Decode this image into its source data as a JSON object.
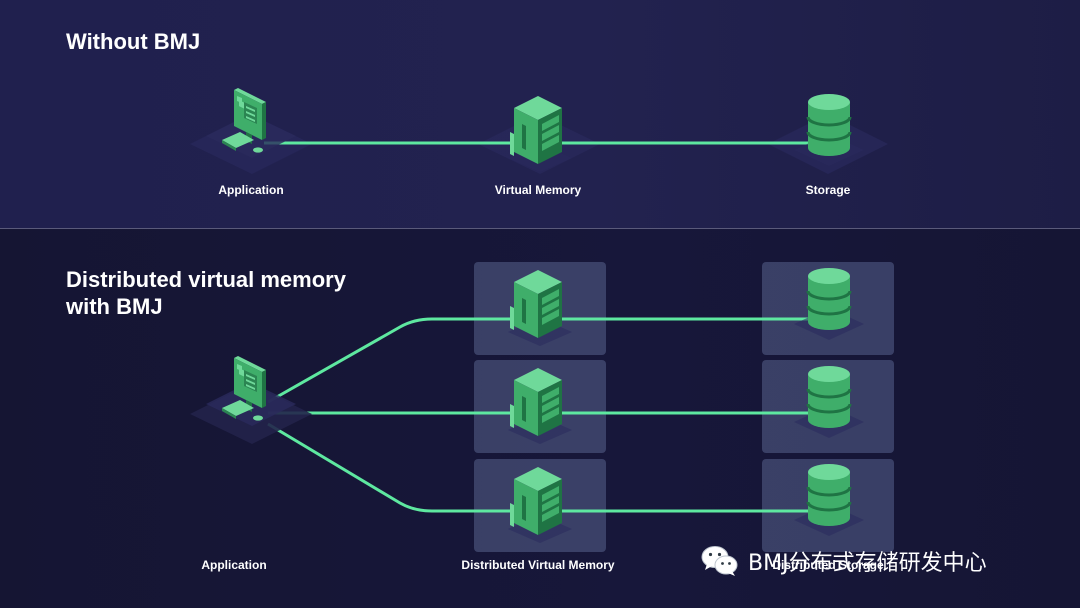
{
  "without": {
    "title": "Without BMJ",
    "labels": {
      "application": "Application",
      "virtual_memory": "Virtual Memory",
      "storage": "Storage"
    }
  },
  "with": {
    "title": "Distributed virtual memory with BMJ",
    "labels": {
      "application": "Application",
      "distributed_virtual_memory": "Distributed Virtual Memory",
      "distributed_storage": "Distributed Storage"
    }
  },
  "colors": {
    "accent": "#5ee8a0",
    "icon_green": "#3fae6a",
    "icon_light": "#6fd99a",
    "icon_dark": "#1f7444",
    "tile": "#6b7aa8"
  },
  "icons": {
    "application": "computer-monitor-icon",
    "memory": "server-rack-icon",
    "storage": "database-cylinder-icon"
  },
  "watermark": {
    "icon": "wechat-icon",
    "text": "BMJ分布式存储研发中心"
  }
}
